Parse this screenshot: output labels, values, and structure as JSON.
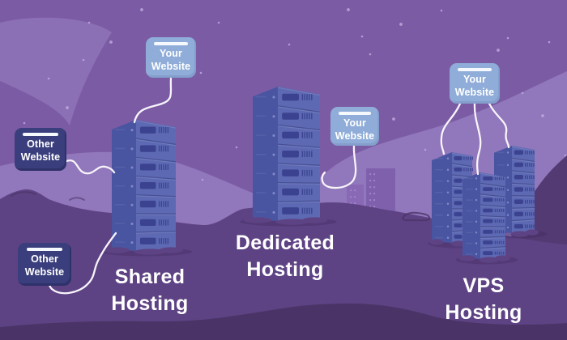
{
  "labels": {
    "your_website": "Your\nWebsite",
    "other_website": "Other\nWebsite"
  },
  "sections": {
    "shared": "Shared\nHosting",
    "dedicated": "Dedicated\nHosting",
    "vps": "VPS\nHosting"
  },
  "colors": {
    "sky": "#7b5ba4",
    "sky_light": "#9177bb",
    "swirl": "#8c70b6",
    "hill": "#5e4384",
    "hill_dark": "#4a3467",
    "mountain": "#533a72",
    "building_1": "#7e5fad",
    "building_2": "#74559e",
    "building_3": "#8968b6",
    "building_4": "#7f60ad",
    "building_window": "#a88fd2",
    "server_side": "#4a55a2",
    "server_front": "#5d69b3",
    "server_slot": "#3b4390",
    "server_dot": "#8893cf",
    "label_your_bg": "#8fadd8",
    "label_other_bg": "#3a3e7c",
    "label_bar": "#f5f8fc",
    "connector_line": "#f7f4fa",
    "star": "#bda8dd",
    "text": "#ffffff"
  }
}
